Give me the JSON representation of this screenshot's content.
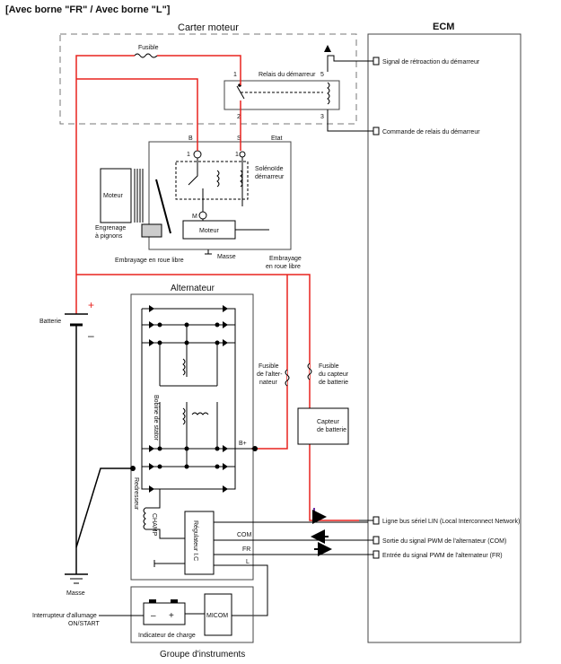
{
  "header": {
    "title": "[Avec borne \"FR\" / Avec borne \"L\"]"
  },
  "colors": {
    "wire": "#000000",
    "battery_wire": "#e8231f",
    "lin_arrow": "#6a2fa0",
    "box_stroke": "#444444",
    "dashed_box": "#777777"
  },
  "labels": {
    "carter": "Carter moteur",
    "ecm": "ECM",
    "fusible": "Fusible",
    "relais": "Relais du démarreur",
    "b": "B",
    "s": "S",
    "etat": "Etat",
    "solenoide_1": "Solénoïde",
    "solenoide_2": "démarreur",
    "moteur_left": "Moteur",
    "moteur_box": "Moteur",
    "m": "M",
    "engrenage_1": "Engrenage",
    "engrenage_2": "à pignons",
    "embrayage": "Embrayage en roue libre",
    "masse_top": "Masse",
    "embrayage_right_1": "Embrayage",
    "embrayage_right_2": "en roue libre",
    "alternateur": "Alternateur",
    "batterie": "Batterie",
    "plus": "+",
    "minus": "–",
    "fuse_alt_1": "Fusible",
    "fuse_alt_2": "de l'alter-",
    "fuse_alt_3": "nateur",
    "fuse_cap_1": "Fusible",
    "fuse_cap_2": "du capteur",
    "fuse_cap_3": "de batterie",
    "capteur_1": "Capteur",
    "capteur_2": "de batterie",
    "bobine": "Bobine de stator",
    "redresseur": "Redresseur",
    "bplus": "B+",
    "champ": "CHAMP",
    "regulateur": "Régulateur I.C",
    "com": "COM",
    "fr": "FR",
    "l": "L",
    "masse_bottom": "Masse",
    "interrupteur_1": "Interrupteur d'allumage",
    "interrupteur_2": "ON/START",
    "indicateur": "Indicateur de charge",
    "micom": "MICOM",
    "groupe": "Groupe d'instruments",
    "pin1": "1",
    "pin2": "2",
    "pin3": "3",
    "pin5": "5",
    "sol_pin1": "1",
    "sol_pin1b": "1"
  },
  "ecm_signals": [
    "Signal de rétroaction du démarreur",
    "Commande de relais du démarreur",
    "Ligne bus sériel LIN (Local Interconnect Network)",
    "Sortie du signal PWM de l'alternateur (COM)",
    "Entrée du signal PWM de l'alternateur (FR)"
  ]
}
